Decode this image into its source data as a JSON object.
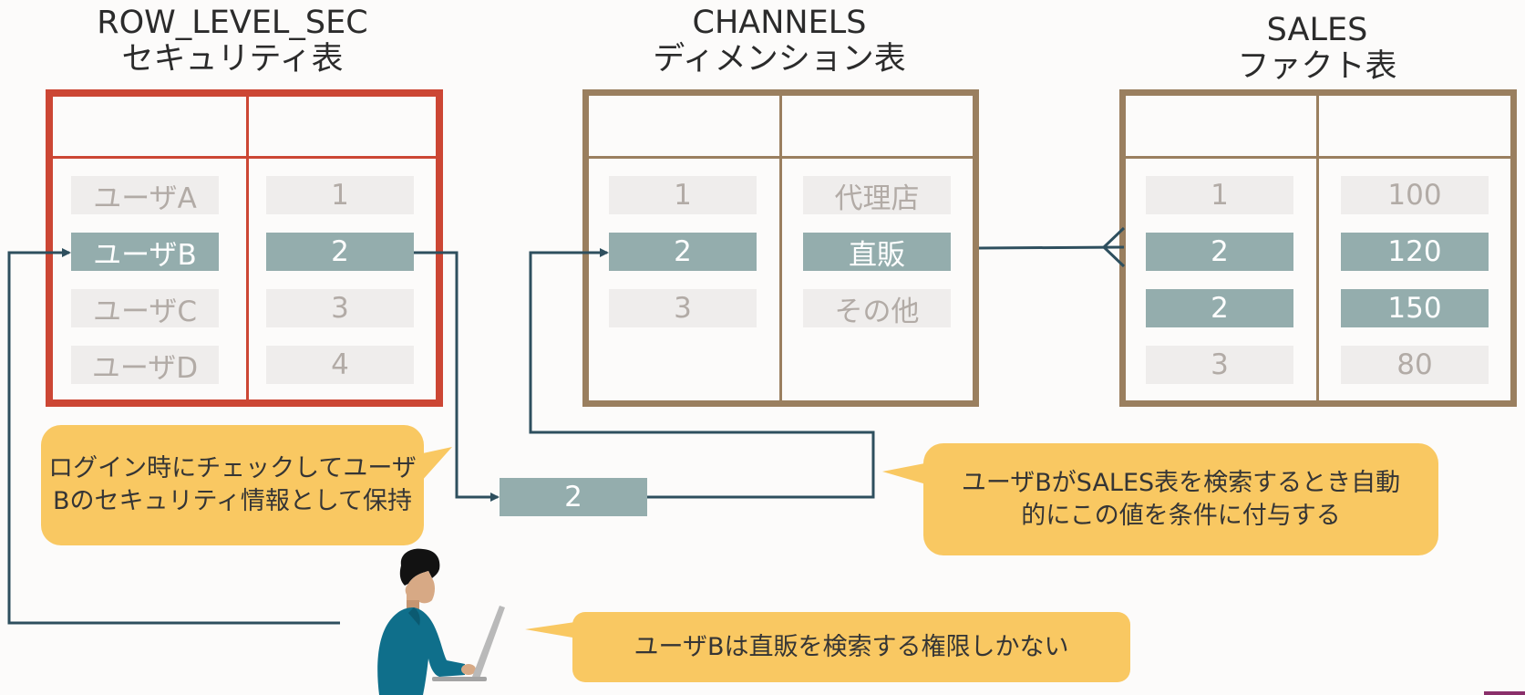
{
  "tables": [
    {
      "name": "ROW_LEVEL_SEC",
      "subtitle": "セキュリティ表",
      "border_color": "#cc4634",
      "rows": [
        [
          "ユーザA",
          "1"
        ],
        [
          "ユーザB",
          "2"
        ],
        [
          "ユーザC",
          "3"
        ],
        [
          "ユーザD",
          "4"
        ]
      ],
      "highlight_rows": [
        1
      ]
    },
    {
      "name": "CHANNELS",
      "subtitle": "ディメンション表",
      "border_color": "#9a7f5f",
      "rows": [
        [
          "1",
          "代理店"
        ],
        [
          "2",
          "直販"
        ],
        [
          "3",
          "その他"
        ]
      ],
      "highlight_rows": [
        1
      ]
    },
    {
      "name": "SALES",
      "subtitle": "ファクト表",
      "border_color": "#9a7f5f",
      "rows": [
        [
          "1",
          "100"
        ],
        [
          "2",
          "120"
        ],
        [
          "2",
          "150"
        ],
        [
          "3",
          "80"
        ]
      ],
      "highlight_rows": [
        1,
        2
      ]
    }
  ],
  "passed_value": "2",
  "callouts": {
    "login": {
      "line1": "ログイン時にチェックしてユーザ",
      "line2": "Bのセキュリティ情報として保持"
    },
    "auto_filter": {
      "line1": "ユーザBがSALES表を検索するとき自動",
      "line2": "的にこの値を条件に付与する"
    },
    "permission": "ユーザBは直販を検索する権限しかない"
  },
  "colors": {
    "security_border": "#cc4634",
    "table_border": "#9a7f5f",
    "cell_bg": "#efedec",
    "cell_text": "#b2aba6",
    "highlight_bg": "#94adad",
    "connector": "#2e4f5e",
    "callout_bg": "#f9c862",
    "person_shirt": "#0f6f8b"
  },
  "icons": [
    "person-at-laptop-icon"
  ]
}
